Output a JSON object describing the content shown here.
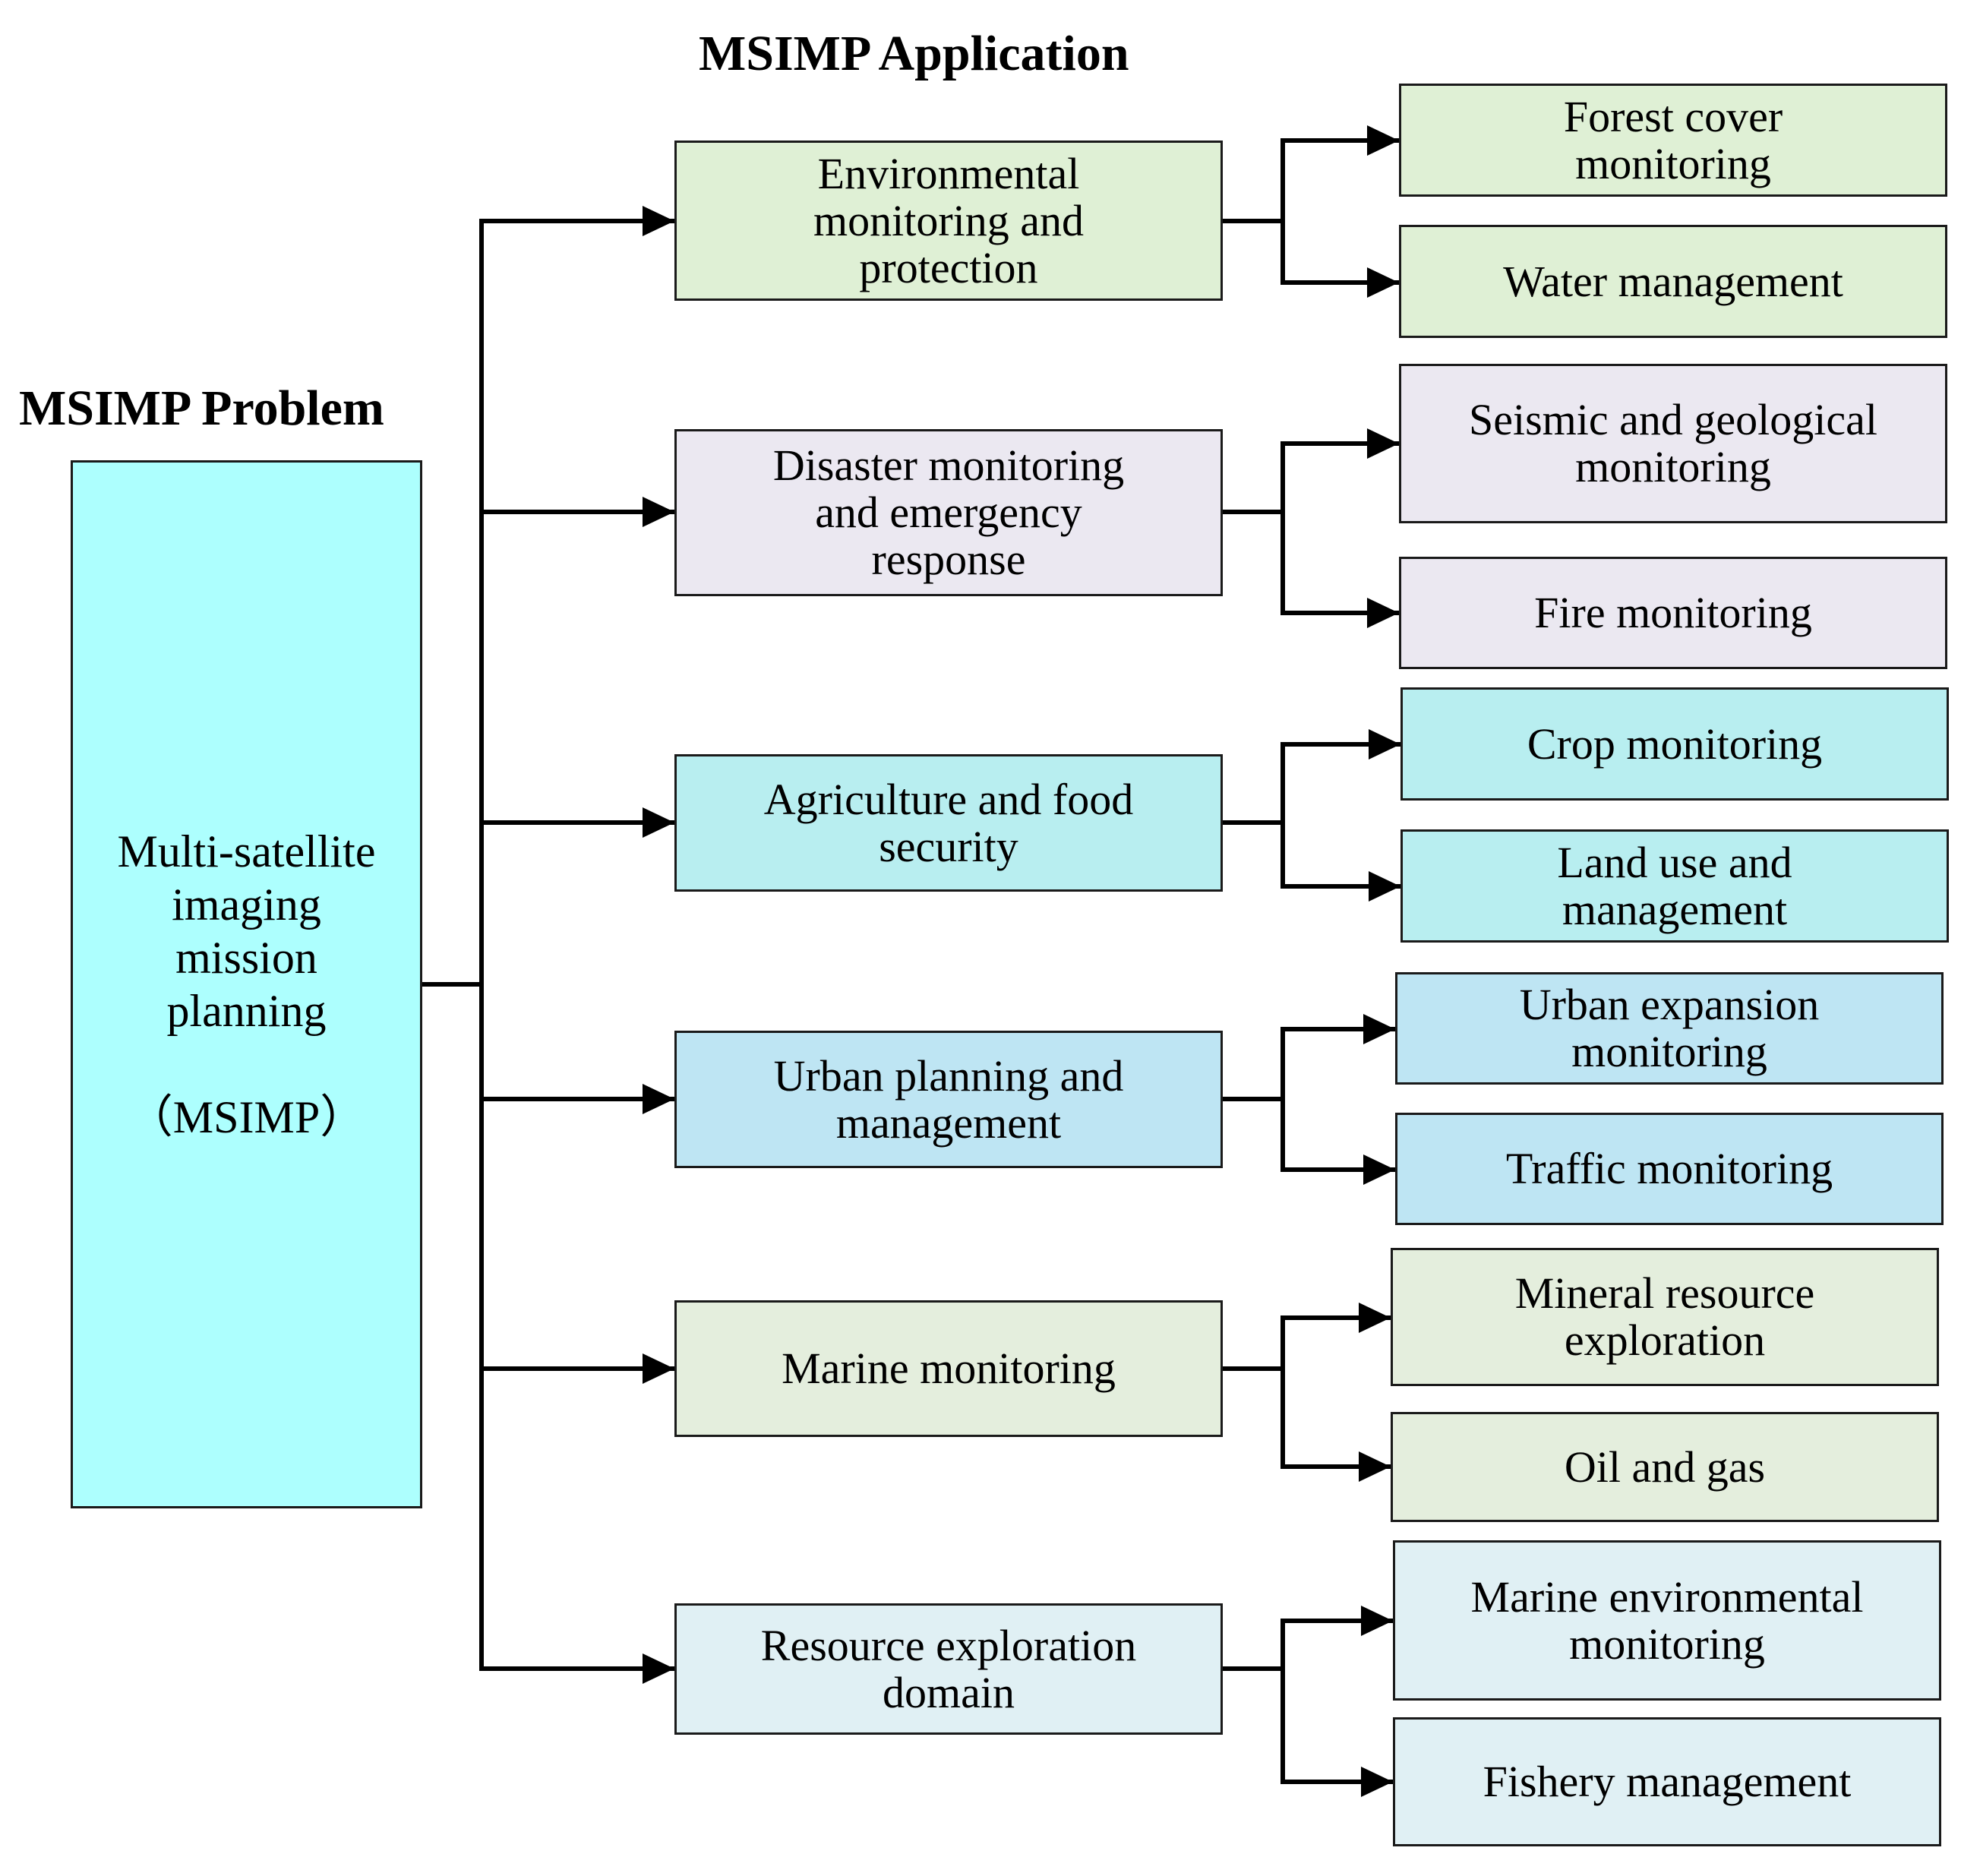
{
  "diagram": {
    "title_application": "MSIMP Application",
    "title_problem": "MSIMP Problem",
    "root": {
      "lines": [
        "Multi-satellite",
        "imaging",
        "mission",
        "planning"
      ],
      "abbr": "（MSIMP）"
    },
    "applications": [
      {
        "lines": [
          "Environmental",
          "monitoring and",
          "protection"
        ],
        "color": "#dff0d5",
        "children": [
          {
            "lines": [
              "Forest cover",
              "monitoring"
            ]
          },
          {
            "lines": [
              "Water management"
            ]
          }
        ]
      },
      {
        "lines": [
          "Disaster monitoring",
          "and emergency",
          "response"
        ],
        "color": "#ebe8f1",
        "children": [
          {
            "lines": [
              "Seismic and geological",
              "monitoring"
            ]
          },
          {
            "lines": [
              "Fire monitoring"
            ]
          }
        ]
      },
      {
        "lines": [
          "Agriculture and food",
          "security"
        ],
        "color": "#b8eef0",
        "children": [
          {
            "lines": [
              "Crop monitoring"
            ]
          },
          {
            "lines": [
              "Land use and",
              "management"
            ]
          }
        ]
      },
      {
        "lines": [
          "Urban planning and",
          "management"
        ],
        "color": "#bee5f3",
        "children": [
          {
            "lines": [
              "Urban expansion",
              "monitoring"
            ]
          },
          {
            "lines": [
              "Traffic monitoring"
            ]
          }
        ]
      },
      {
        "lines": [
          "Marine monitoring"
        ],
        "color": "#e4eedd",
        "children": [
          {
            "lines": [
              "Mineral resource",
              "exploration"
            ]
          },
          {
            "lines": [
              "Oil and gas"
            ]
          }
        ]
      },
      {
        "lines": [
          "Resource exploration",
          "domain"
        ],
        "color": "#e0f0f4",
        "children": [
          {
            "lines": [
              "Marine environmental",
              "monitoring"
            ]
          },
          {
            "lines": [
              "Fishery management"
            ]
          }
        ]
      }
    ]
  }
}
